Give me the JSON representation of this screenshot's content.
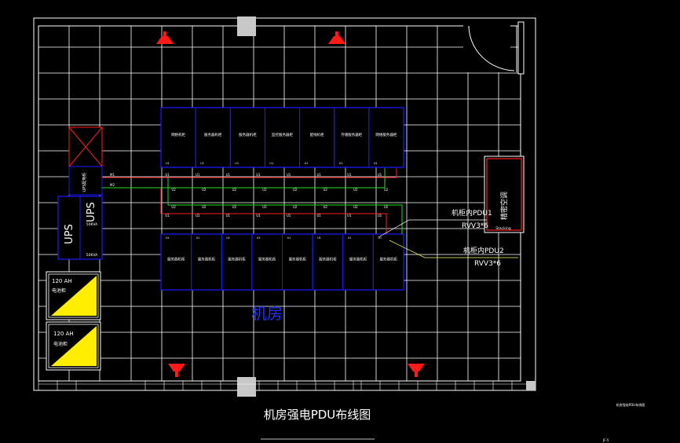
{
  "drawing": {
    "title": "机房强电PDU布线图",
    "room_label": "机房",
    "ups_label": "UPS",
    "ups_capacity": "50KVA",
    "battery_capacity": "120 AH",
    "battery_label": "电池柜",
    "pdu_callouts": [
      {
        "name": "机柜内PDU1",
        "cable": "RVV3*6"
      },
      {
        "name": "机柜内PDU2",
        "cable": "RVV3*6"
      }
    ],
    "control_cabinet_label": "精密空调",
    "control_cabinet_sub": "Stacking",
    "distribution_label": "UPS配电柜",
    "top_rack_labels": [
      "网络机柜",
      "服务器机柜",
      "服务器机柜",
      "监控服务器柜",
      "配线机柜",
      "存储服务器柜",
      "网络服务器柜"
    ],
    "bottom_rack_labels": [
      "服务器机柜",
      "服务器机柜",
      "服务器机柜",
      "服务器机柜",
      "服务器机柜",
      "服务器机柜",
      "服务器机柜",
      "服务器机柜"
    ],
    "footnote": "机房强电PDU布线图",
    "page_marker": "JF-5",
    "colors": {
      "grid": "#ffffff",
      "rack": "#1a1aff",
      "red_circuit": "#ff2020",
      "green_circuit": "#22dd22",
      "battery_fill": "#ffee00",
      "fixture": "#ff1a1a",
      "column": "#c8c8c8",
      "callout_leader": "#ffff55"
    }
  }
}
